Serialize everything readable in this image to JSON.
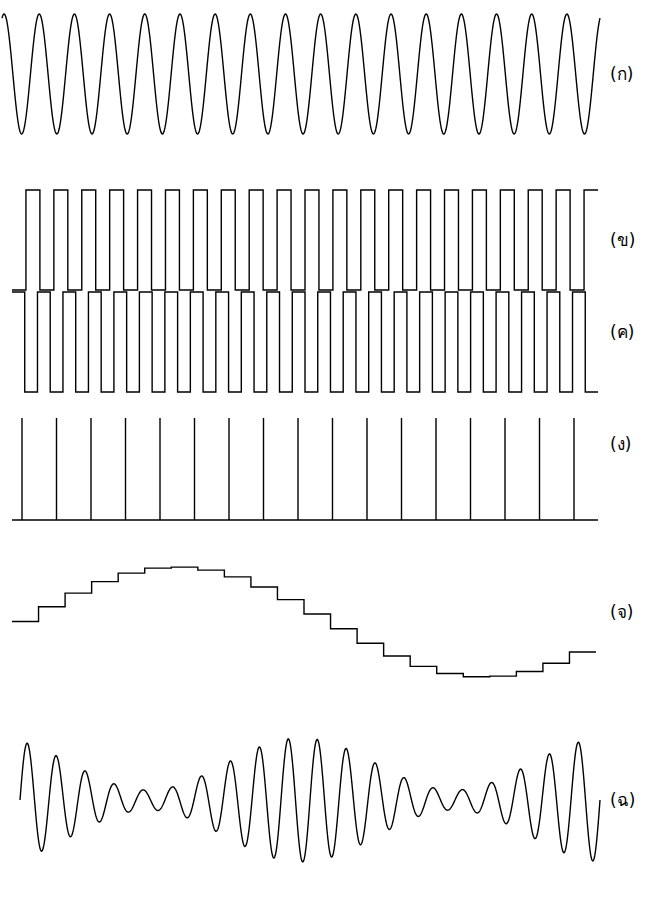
{
  "diagram": {
    "labels": [
      "(ก)",
      "(ข)",
      "(ค)",
      "(ง)",
      "(จ)",
      "(ฉ)"
    ]
  }
}
